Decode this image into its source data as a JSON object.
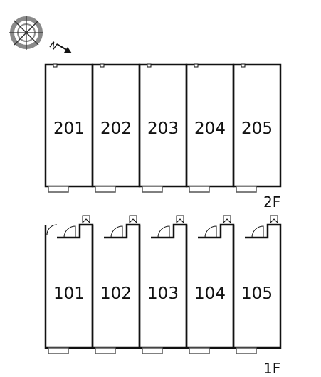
{
  "compass": {
    "label": "N",
    "icon": "compass-rose-icon"
  },
  "floors": [
    {
      "id": "2f",
      "label": "2F",
      "units": [
        "201",
        "202",
        "203",
        "204",
        "205"
      ]
    },
    {
      "id": "1f",
      "label": "1F",
      "units": [
        "101",
        "102",
        "103",
        "104",
        "105"
      ]
    }
  ],
  "colors": {
    "wall": "#111111",
    "window": "#555555",
    "compass_ring": "#8a8a8a"
  }
}
